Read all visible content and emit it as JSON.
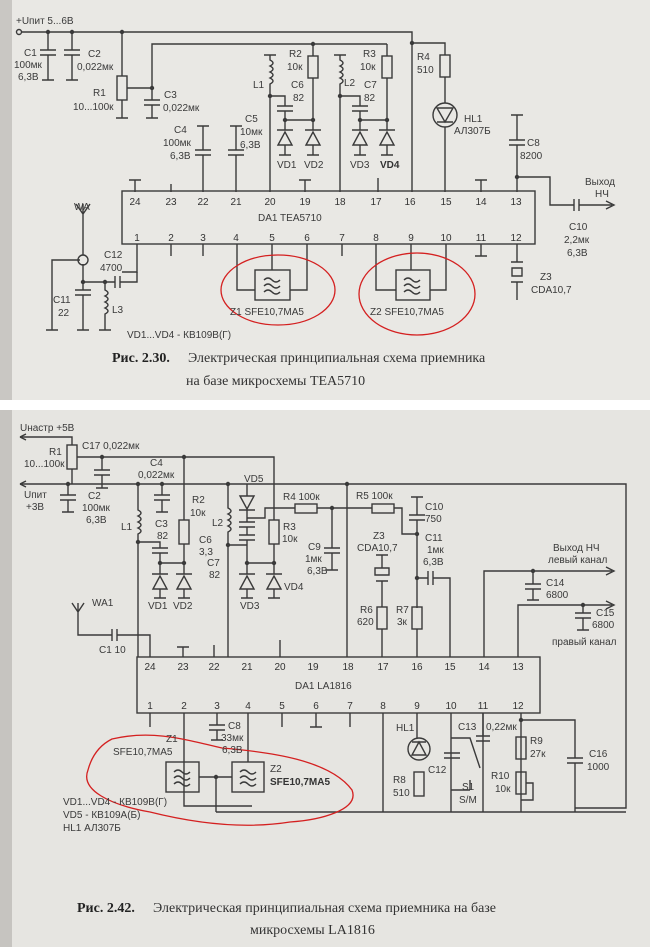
{
  "fig1": {
    "supply": "+Uпит  5...6В",
    "c1": [
      "C1",
      "100мк",
      "6,3В"
    ],
    "c2": [
      "C2",
      "0,022мк"
    ],
    "r1": [
      "R1",
      "10...100к"
    ],
    "c3": [
      "C3",
      "0,022мк"
    ],
    "c4": [
      "C4",
      "100мк",
      "6,3В"
    ],
    "c5": [
      "C5",
      "10мк",
      "6,3В"
    ],
    "l1": "L1",
    "r2": [
      "R2",
      "10к"
    ],
    "c6": [
      "C6",
      "82"
    ],
    "l2": "L2",
    "r3": [
      "R3",
      "10к"
    ],
    "c7": [
      "C7",
      "82"
    ],
    "r4": [
      "R4",
      "510"
    ],
    "hl1": [
      "HL1",
      "АЛ307Б"
    ],
    "c8": [
      "C8",
      "8200"
    ],
    "output": [
      "Выход",
      "НЧ"
    ],
    "c10": [
      "C10",
      "2,2мк",
      "6,3В"
    ],
    "z3": [
      "Z3",
      "CDA10,7"
    ],
    "vd": [
      "VD1",
      "VD2",
      "VD3",
      "VD4"
    ],
    "chip": "DA1   TEA5710",
    "pins_top": [
      "24",
      "23",
      "22",
      "21",
      "20",
      "19",
      "18",
      "17",
      "16",
      "15",
      "14",
      "13"
    ],
    "pins_bottom": [
      "1",
      "2",
      "3",
      "4",
      "5",
      "6",
      "7",
      "8",
      "9",
      "10",
      "11",
      "12"
    ],
    "wa": "WA",
    "c12": [
      "C12",
      "4700"
    ],
    "c11": [
      "C11",
      "22"
    ],
    "l3": "L3",
    "z1": "Z1  SFE10,7MA5",
    "z2": "Z2  SFE10,7MA5",
    "note": "VD1...VD4 - КВ109В(Г)",
    "caption_num": "Рис. 2.30.",
    "caption_line1": "Электрическая принципиальная схема приемника",
    "caption_line2": "на базе микросхемы TEA5710"
  },
  "fig2": {
    "tune": "Uнастр  +5В",
    "r1": [
      "R1",
      "10...100к"
    ],
    "c17": "C17  0,022мк",
    "c4": [
      "C4",
      "0,022мк"
    ],
    "supply": [
      "Uпит",
      "+3В"
    ],
    "c2": [
      "C2",
      "100мк",
      "6,3В"
    ],
    "l1": "L1",
    "c3": [
      "C3",
      "82"
    ],
    "r2": [
      "R2",
      "10к"
    ],
    "vd5": "VD5",
    "l2": "L2",
    "c6": [
      "C6",
      "3,3"
    ],
    "c7": [
      "C7",
      "82"
    ],
    "r3": [
      "R3",
      "10к"
    ],
    "r4": "R4  100к",
    "r5": "R5  100к",
    "c9": [
      "C9",
      "1мк",
      "6,3В"
    ],
    "z3": [
      "Z3",
      "CDA10,7"
    ],
    "c10": [
      "C10",
      "750"
    ],
    "c11": [
      "C11",
      "1мк",
      "6,3В"
    ],
    "r6": [
      "R6",
      "620"
    ],
    "r7": [
      "R7",
      "3к"
    ],
    "vd": [
      "VD1",
      "VD2",
      "VD3",
      "VD4"
    ],
    "out_left": [
      "Выход НЧ",
      "левый канал"
    ],
    "c14": [
      "C14",
      "6800"
    ],
    "c15": [
      "C15",
      "6800"
    ],
    "out_right": "правый канал",
    "wa1": "WA1",
    "c1": "C1  10",
    "chip": "DA1   LA1816",
    "pins_top": [
      "24",
      "23",
      "22",
      "21",
      "20",
      "19",
      "18",
      "17",
      "16",
      "15",
      "14",
      "13"
    ],
    "pins_bottom": [
      "1",
      "2",
      "3",
      "4",
      "5",
      "6",
      "7",
      "8",
      "9",
      "10",
      "11",
      "12"
    ],
    "c8": [
      "C8",
      "33мк",
      "6,3В"
    ],
    "z1": [
      "Z1",
      "SFE10,7MA5"
    ],
    "z2": [
      "Z2",
      "SFE10,7MA5"
    ],
    "hl1": "HL1",
    "c12": "C12",
    "c13": [
      "C13",
      "0,22мк"
    ],
    "r8": [
      "R8",
      "510"
    ],
    "s1": [
      "S1",
      "S/M"
    ],
    "r9": [
      "R9",
      "27к"
    ],
    "r10": [
      "R10",
      "10к"
    ],
    "c16": [
      "C16",
      "1000"
    ],
    "notes": [
      "VD1...VD4 - КВ109В(Г)",
      "VD5 - КВ109А(Б)",
      "HL1   АЛ307Б"
    ],
    "caption_num": "Рис. 2.42.",
    "caption_line1": "Электрическая принципиальная схема приемника на базе",
    "caption_line2": "микросхемы LA1816"
  }
}
